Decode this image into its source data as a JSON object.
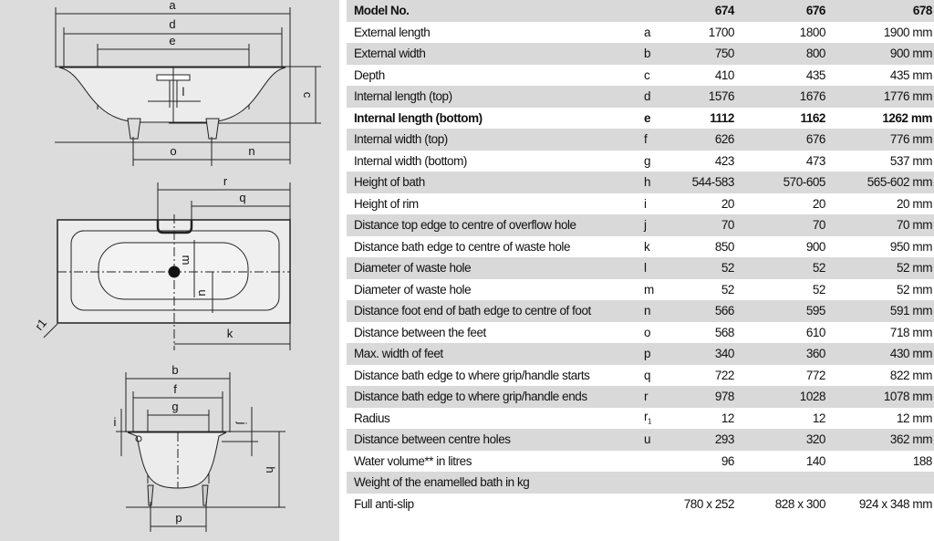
{
  "diagram_labels": {
    "side": [
      "a",
      "d",
      "e",
      "l",
      "c",
      "o",
      "n"
    ],
    "plan": [
      "r",
      "q",
      "m",
      "u",
      "k",
      "r1"
    ],
    "section": [
      "b",
      "f",
      "g",
      "i",
      "j",
      "h",
      "p"
    ]
  },
  "table": {
    "header": {
      "label": "Model No.",
      "symbol": "",
      "v1": "674",
      "v2": "676",
      "v3": "678"
    },
    "rows": [
      {
        "label": "External length",
        "symbol": "a",
        "v1": "1700",
        "v2": "1800",
        "v3": "1900 mm"
      },
      {
        "label": "External width",
        "symbol": "b",
        "v1": "750",
        "v2": "800",
        "v3": "900 mm"
      },
      {
        "label": "Depth",
        "symbol": "c",
        "v1": "410",
        "v2": "435",
        "v3": "435 mm"
      },
      {
        "label": "Internal length (top)",
        "symbol": "d",
        "v1": "1576",
        "v2": "1676",
        "v3": "1776 mm"
      },
      {
        "label": "Internal length (bottom)",
        "symbol": "e",
        "v1": "1112",
        "v2": "1162",
        "v3": "1262 mm",
        "bold": true
      },
      {
        "label": "Internal width (top)",
        "symbol": "f",
        "v1": "626",
        "v2": "676",
        "v3": "776 mm"
      },
      {
        "label": "Internal width (bottom)",
        "symbol": "g",
        "v1": "423",
        "v2": "473",
        "v3": "537 mm"
      },
      {
        "label": "Height of bath",
        "symbol": "h",
        "v1": "544-583",
        "v2": "570-605",
        "v3": "565-602 mm"
      },
      {
        "label": "Height of rim",
        "symbol": "i",
        "v1": "20",
        "v2": "20",
        "v3": "20 mm"
      },
      {
        "label": "Distance top edge to centre of overflow hole",
        "symbol": "j",
        "v1": "70",
        "v2": "70",
        "v3": "70 mm"
      },
      {
        "label": "Distance bath edge to centre of waste hole",
        "symbol": "k",
        "v1": "850",
        "v2": "900",
        "v3": "950 mm"
      },
      {
        "label": "Diameter of waste hole",
        "symbol": "l",
        "v1": "52",
        "v2": "52",
        "v3": "52 mm"
      },
      {
        "label": "Diameter of waste hole",
        "symbol": "m",
        "v1": "52",
        "v2": "52",
        "v3": "52 mm"
      },
      {
        "label": "Distance foot end of bath edge to centre of foot",
        "symbol": "n",
        "v1": "566",
        "v2": "595",
        "v3": "591 mm"
      },
      {
        "label": "Distance between the feet",
        "symbol": "o",
        "v1": "568",
        "v2": "610",
        "v3": "718 mm"
      },
      {
        "label": "Max. width of feet",
        "symbol": "p",
        "v1": "340",
        "v2": "360",
        "v3": "430 mm"
      },
      {
        "label": "Distance bath edge to where grip/handle starts",
        "symbol": "q",
        "v1": "722",
        "v2": "772",
        "v3": "822 mm"
      },
      {
        "label": "Distance bath edge to where grip/handle ends",
        "symbol": "r",
        "v1": "978",
        "v2": "1028",
        "v3": "1078 mm"
      },
      {
        "label": "Radius",
        "symbol": "r1",
        "v1": "12",
        "v2": "12",
        "v3": "12 mm"
      },
      {
        "label": "Distance between centre holes",
        "symbol": "u",
        "v1": "293",
        "v2": "320",
        "v3": "362 mm"
      },
      {
        "label": "Water volume** in litres",
        "symbol": "",
        "v1": "96",
        "v2": "140",
        "v3": "188"
      },
      {
        "label": "Weight of the enamelled bath in kg",
        "symbol": "",
        "v1": "",
        "v2": "",
        "v3": ""
      },
      {
        "label": "Full anti-slip",
        "symbol": "",
        "v1": "780 x 252",
        "v2": "828 x 300",
        "v3": "924 x 348 mm"
      }
    ]
  }
}
